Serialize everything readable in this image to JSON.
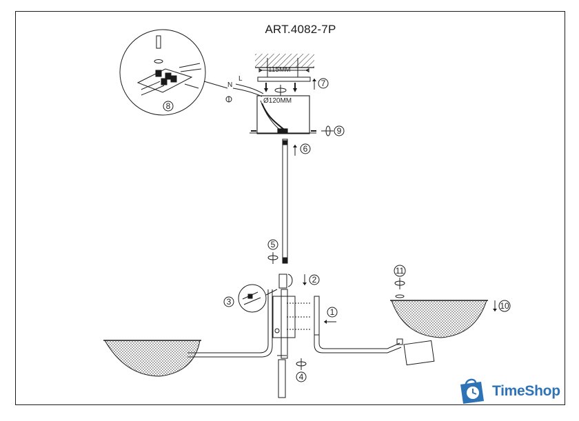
{
  "title": "ART.4082-7P",
  "labels": {
    "plate_width": "115MM",
    "canopy_diameter": "Ø120MM",
    "wire_n": "N",
    "wire_l": "L"
  },
  "steps": [
    "1",
    "2",
    "3",
    "4",
    "5",
    "6",
    "7",
    "8",
    "9",
    "10",
    "11"
  ],
  "logo": {
    "text": "TimeShop",
    "color": "#2f73b7"
  },
  "colors": {
    "line": "#1a1a1a",
    "accent": "#2f73b7"
  }
}
